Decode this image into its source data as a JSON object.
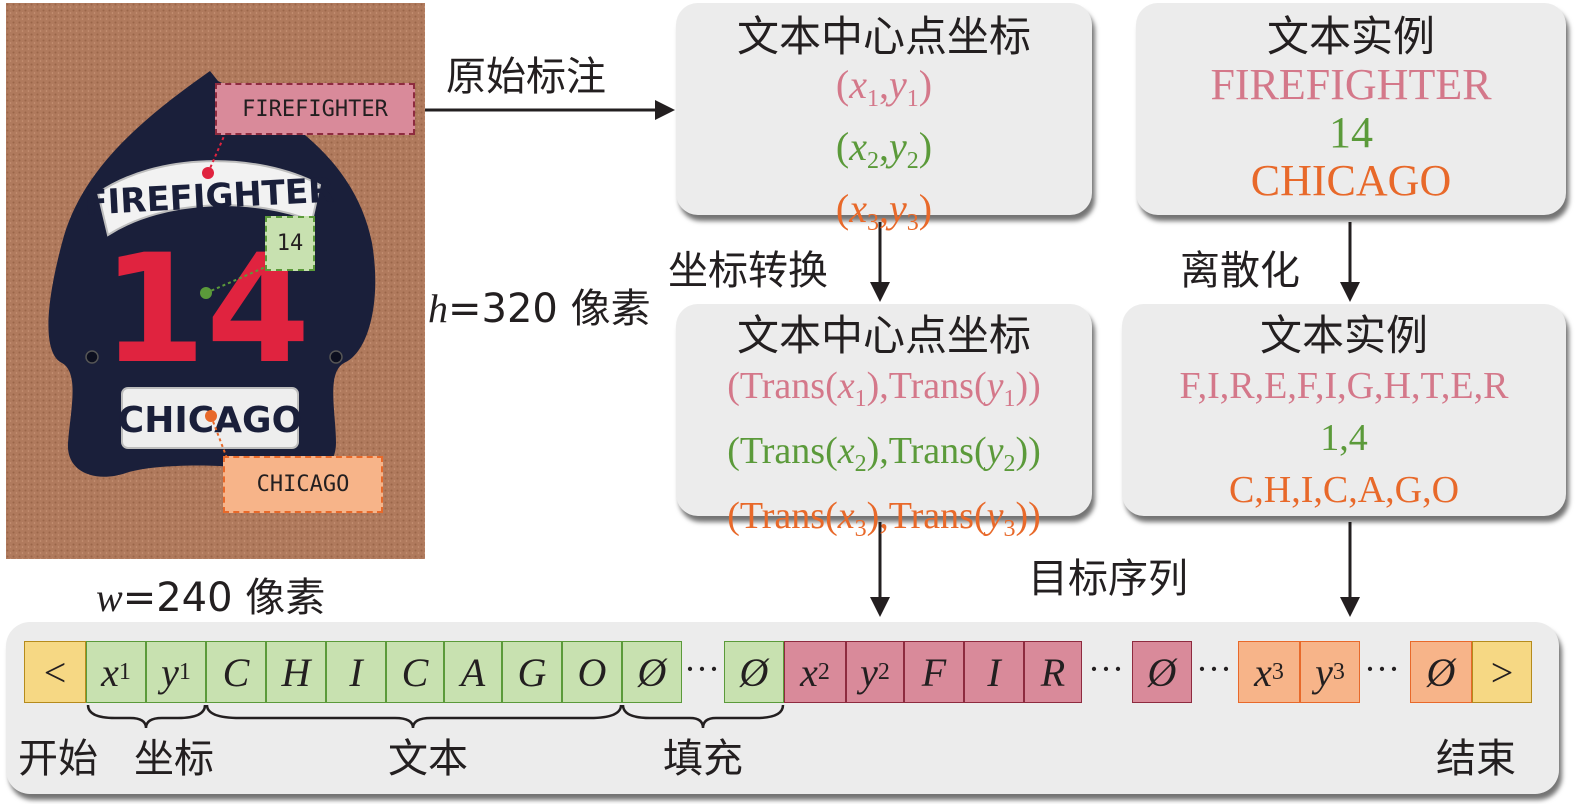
{
  "image_labels": {
    "firefighter": "FIREFIGHTER",
    "number": "14",
    "chicago": "CHICAGO",
    "helmet_top_text": "FIREFIGHTER",
    "helmet_number": "14",
    "helmet_bottom_text": "CHICAGO"
  },
  "dims": {
    "h_var": "h",
    "h_val": "=320 像素",
    "w_var": "w",
    "w_val": "=240 像素"
  },
  "arrows": {
    "original_annotation": "原始标注",
    "coord_transform": "坐标转换",
    "discretize": "离散化",
    "target_sequence": "目标序列"
  },
  "box_coords_top": {
    "title": "文本中心点坐标",
    "lines": [
      {
        "v1": "x",
        "s1": "1",
        "v2": "y",
        "s2": "1"
      },
      {
        "v1": "x",
        "s1": "2",
        "v2": "y",
        "s2": "2"
      },
      {
        "v1": "x",
        "s1": "3",
        "v2": "y",
        "s2": "3"
      }
    ]
  },
  "box_text_top": {
    "title": "文本实例",
    "lines": [
      "FIREFIGHTER",
      "14",
      "CHICAGO"
    ]
  },
  "box_coords_bottom": {
    "title": "文本中心点坐标",
    "trans": "Trans",
    "lines": [
      {
        "v1": "x",
        "s1": "1",
        "v2": "y",
        "s2": "1"
      },
      {
        "v1": "x",
        "s1": "2",
        "v2": "y",
        "s2": "2"
      },
      {
        "v1": "x",
        "s1": "3",
        "v2": "y",
        "s2": "3"
      }
    ]
  },
  "box_text_bottom": {
    "title": "文本实例",
    "lines": [
      "F,I,R,E,F,I,G,H,T,E,R",
      "1,4",
      "C,H,I,C,A,G,O"
    ]
  },
  "sequence": {
    "start_token": "<",
    "end_token": ">",
    "pad": "Ø",
    "ellipsis": "···",
    "g_coords": [
      {
        "v": "x",
        "s": "1"
      },
      {
        "v": "y",
        "s": "1"
      }
    ],
    "g_text": [
      "C",
      "H",
      "I",
      "C",
      "A",
      "G",
      "O"
    ],
    "r_coords": [
      {
        "v": "x",
        "s": "2"
      },
      {
        "v": "y",
        "s": "2"
      }
    ],
    "r_text": [
      "F",
      "I",
      "R"
    ],
    "o_coords": [
      {
        "v": "x",
        "s": "3"
      },
      {
        "v": "y",
        "s": "3"
      }
    ]
  },
  "brace_labels": {
    "start": "开始",
    "coords": "坐标",
    "text": "文本",
    "pad": "填充",
    "end": "结束"
  },
  "colors": {
    "pink": "#d4788a",
    "green": "#5b9a3a",
    "orange": "#e8692a",
    "box_bg": "#ececec",
    "corkboard": "#b07a5d"
  }
}
